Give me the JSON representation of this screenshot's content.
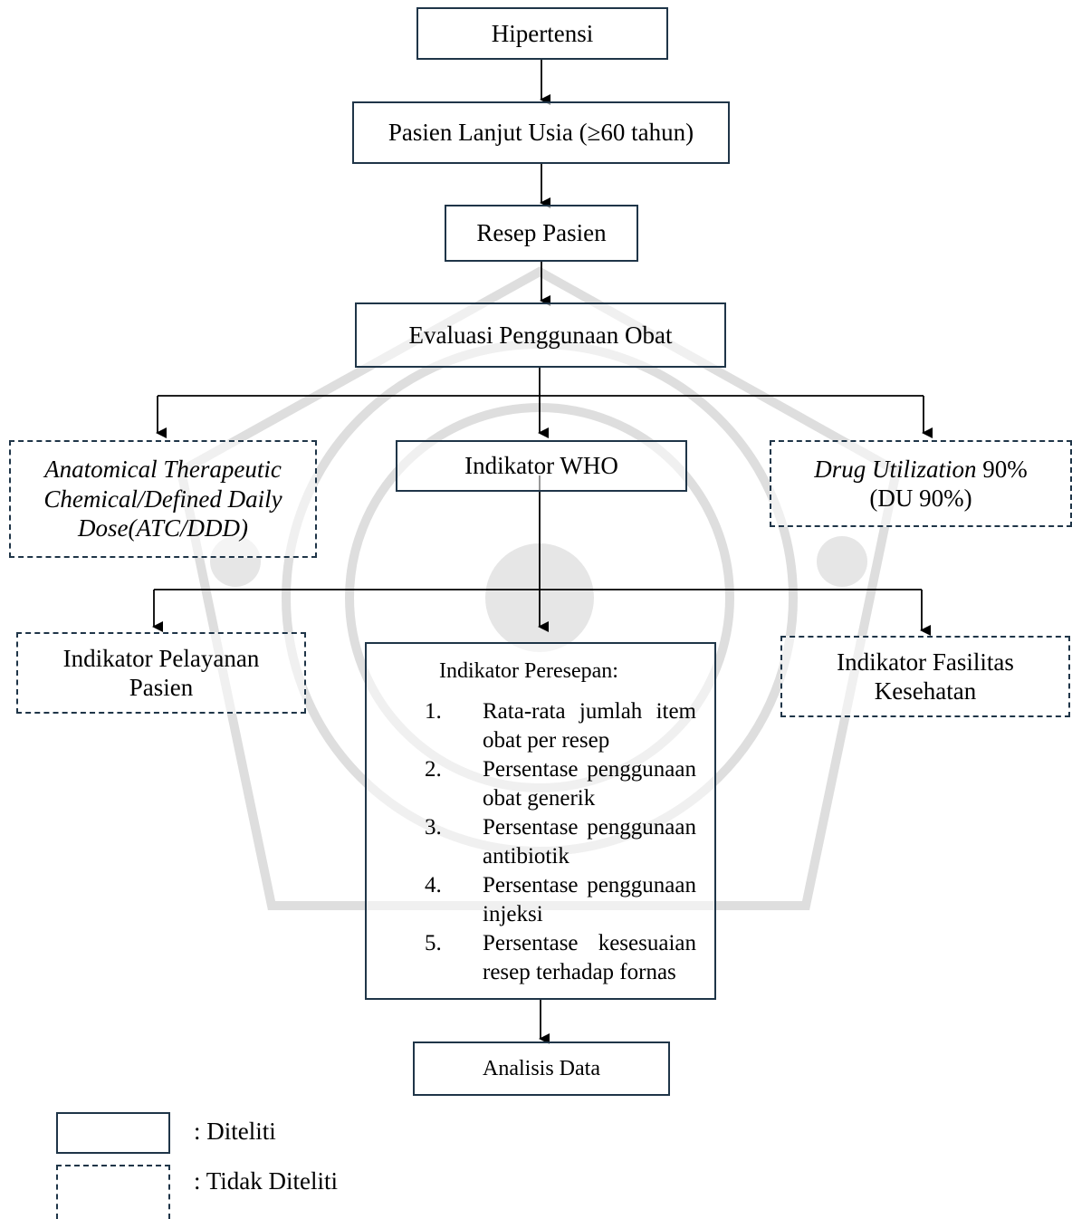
{
  "nodes": {
    "hipertensi": "Hipertensi",
    "lansia": "Pasien Lanjut Usia (≥60 tahun)",
    "resep": "Resep Pasien",
    "evaluasi": "Evaluasi Penggunaan Obat",
    "atc_line1": "Anatomical Therapeutic",
    "atc_line2": "Chemical/Defined Daily",
    "atc_line3": "Dose(ATC/DDD)",
    "who": "Indikator WHO",
    "du_italic": "Drug Utilization",
    "du_rest": " 90%",
    "du_line2": "(DU 90%)",
    "pelayanan_line1": "Indikator Pelayanan",
    "pelayanan_line2": "Pasien",
    "fasilitas_line1": "Indikator Fasilitas",
    "fasilitas_line2": "Kesehatan",
    "analisis": "Analisis Data"
  },
  "peresepan": {
    "title": "Indikator Peresepan:",
    "items": [
      {
        "num": "1.",
        "text": "Rata-rata jumlah item obat per resep"
      },
      {
        "num": "2.",
        "text": "Persentase penggunaan obat generik"
      },
      {
        "num": "3.",
        "text": "Persentase penggunaan antibiotik"
      },
      {
        "num": "4.",
        "text": "Persentase penggunaan injeksi"
      },
      {
        "num": "5.",
        "text": "Persentase kesesuaian resep terhadap fornas"
      }
    ]
  },
  "legend": {
    "solid_label": ": Diteliti",
    "dashed_label": ": Tidak Diteliti"
  },
  "colors": {
    "border": "#1f3548",
    "watermark": "#d8d8d8"
  }
}
